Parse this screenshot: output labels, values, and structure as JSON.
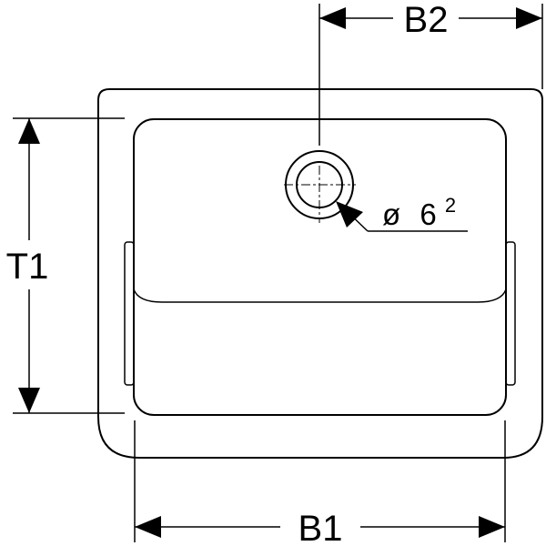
{
  "dimensions": {
    "width_overall": "B1",
    "width_to_drain": "B2",
    "depth": "T1"
  },
  "drain": {
    "diameter_symbol": "ø",
    "diameter_value": "6",
    "diameter_superscript": "2"
  },
  "colors": {
    "line": "#000000",
    "background": "#ffffff"
  }
}
